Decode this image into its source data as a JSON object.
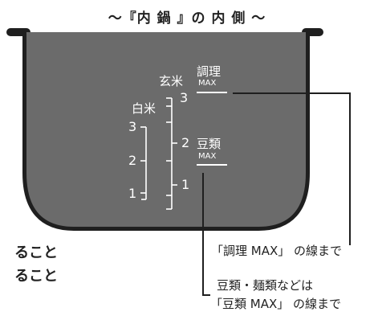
{
  "title": "〜『内 鍋 』の 内 側 〜",
  "pot": {
    "left_scale": {
      "label": "白米",
      "marks": [
        "3",
        "2",
        "1"
      ]
    },
    "right_scale": {
      "label": "玄米",
      "marks": [
        "3",
        "2",
        "1"
      ]
    },
    "cook_max": {
      "label": "調理",
      "sub": "MAX"
    },
    "bean_max": {
      "label": "豆類",
      "sub": "MAX"
    }
  },
  "callouts": {
    "cook": "「調理 MAX」 の線まで",
    "bean_line1": "豆類・麺類などは",
    "bean_line2": "「豆類 MAX」 の線まで"
  },
  "left_fragments": [
    "ること",
    "ること"
  ],
  "colors": {
    "pot_fill": "#6b6b6b",
    "pot_stroke": "#1f1f1f",
    "scale": "#ffffff",
    "leader": "#1f1f1f"
  }
}
